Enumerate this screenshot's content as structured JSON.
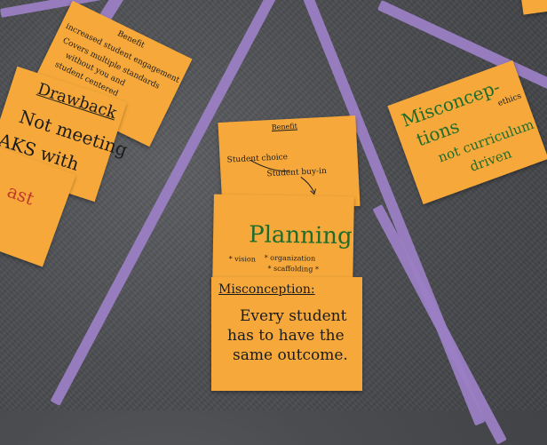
{
  "cards": {
    "top_left_benefit": {
      "heading": "Benefit",
      "line1": "increased student engagement",
      "line2": "Covers multiple standards",
      "line3": "without you and",
      "line4": "student centered"
    },
    "drawback_card": {
      "heading": "Drawback",
      "line1": "Not meeting",
      "line2": "AKS with"
    },
    "left_edge_card": {
      "text": "ast"
    },
    "center_benefit": {
      "heading": "Benefit",
      "line1": "Student choice",
      "line2": "Student buy-in"
    },
    "planning_card": {
      "title": "Planning",
      "line1": "* vision",
      "line2": "* organization",
      "line3": "* scaffolding *"
    },
    "misconception_center": {
      "heading": "Misconception:",
      "line1": "Every student",
      "line2": "has to have the",
      "line3": "same outcome."
    },
    "misconception_right": {
      "title1": "Misconcep-",
      "title2": "tions",
      "line1": "not curriculum",
      "line2": "driven",
      "aside": "ethics"
    }
  },
  "colors": {
    "card": "#f6a93a",
    "tape": "#9b7fc4",
    "carpet": "#4a4c50",
    "green_ink": "#1f6b2b",
    "red_ink": "#c0392b"
  }
}
